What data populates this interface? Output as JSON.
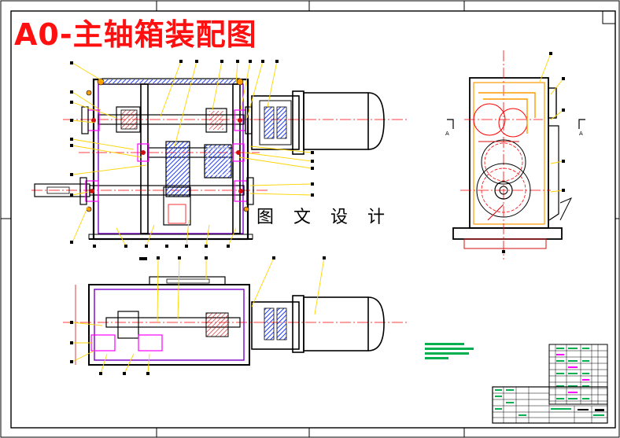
{
  "drawing": {
    "title": "A0-主轴箱装配图",
    "watermark": "图 文 设 计",
    "section_labels": [
      "A",
      "A"
    ]
  },
  "colors": {
    "outline": "#000000",
    "frame": "#000000",
    "housing": "#7a00c8",
    "title": "#ff1010",
    "center_line": "#ff0000",
    "leader": "#ffd400",
    "gear_hatch": "#1e3cff",
    "bearing": "#ff00ff",
    "cover": "#ff9b00",
    "spec_green": "#00b050",
    "dimension": "#d01010"
  }
}
